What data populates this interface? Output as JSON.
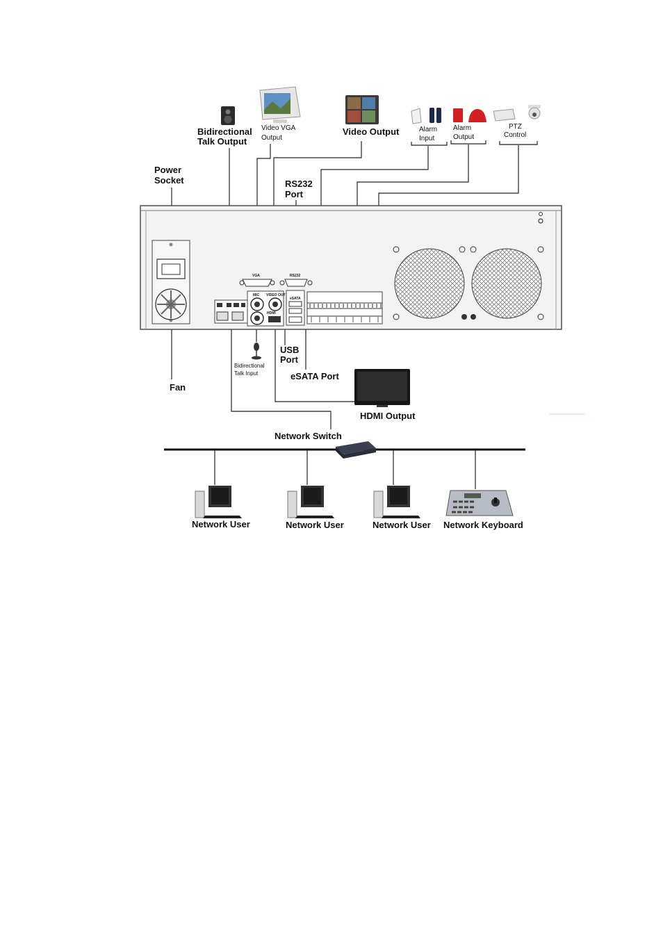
{
  "labels": {
    "bidirectional_talk_output": [
      "Bidirectional",
      "Talk Output"
    ],
    "video_vga_output": [
      "Video VGA",
      "Output"
    ],
    "video_output": "Video Output",
    "alarm_input": [
      "Alarm",
      "Input"
    ],
    "alarm_output": [
      "Alarm",
      "Output"
    ],
    "ptz_control": [
      "PTZ",
      "Control"
    ],
    "power_socket": [
      "Power",
      "Socket"
    ],
    "rs232_port": [
      "RS232",
      "Port"
    ],
    "fan": "Fan",
    "bidirectional_talk_input": [
      "Bidirectional",
      "Talk Input"
    ],
    "usb_port": [
      "USB",
      "Port"
    ],
    "esata_port": "eSATA Port",
    "hdmi_output": "HDMI Output",
    "network_switch": "Network Switch",
    "network_users": [
      "Network User",
      "Network User",
      "Network User"
    ],
    "network_keyboard": "Network Keyboard"
  },
  "panel_text": {
    "vga": "VGA",
    "rs232": "RS232",
    "mic": "MIC",
    "video_out": "VIDEO OUT",
    "hdmi": "HDMI",
    "esata": "eSATA"
  },
  "icons": [
    "speaker-icon",
    "crt-monitor-icon",
    "quad-monitor-icon",
    "sensor-icon",
    "siren-icon",
    "ptz-camera-icon",
    "microphone-icon",
    "flat-tv-icon",
    "switch-icon",
    "desktop-pc-icon",
    "keyboard-controller-icon",
    "fan-grille-icon"
  ],
  "colors": {
    "line": "#222222",
    "panel": "#efefef",
    "alarm_red": "#d21f1f"
  }
}
